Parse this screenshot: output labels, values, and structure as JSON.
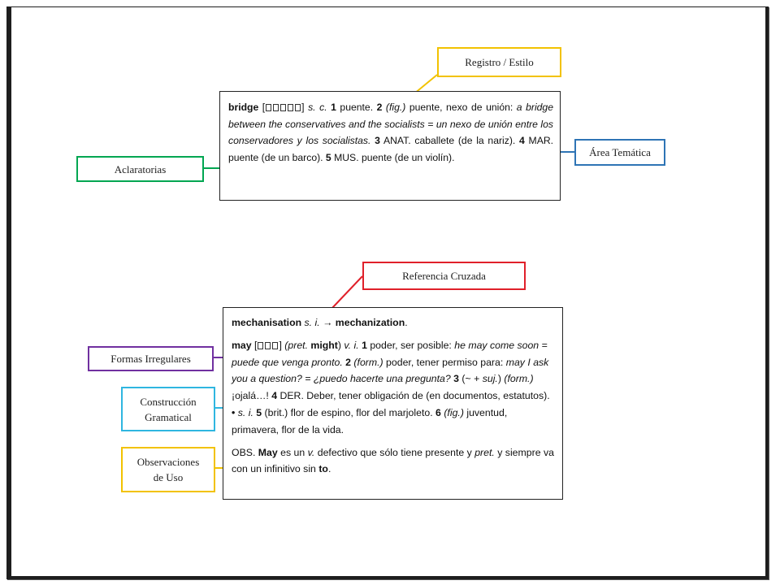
{
  "labels": {
    "registro": "Registro / Estilo",
    "area": "Área Temática",
    "aclaratorias": "Aclaratorias",
    "referencia": "Referencia Cruzada",
    "formas": "Formas Irregulares",
    "construccion_1": "Construcción",
    "construccion_2": "Gramatical",
    "observaciones_1": "Observaciones",
    "observaciones_2": "de Uso"
  },
  "colors": {
    "registro": "#f2c200",
    "area": "#2e74b5",
    "aclaratorias": "#00a651",
    "referencia": "#e0202a",
    "formas": "#7030a0",
    "construccion": "#2fb6e0",
    "observaciones": "#f2c200"
  },
  "entry1": {
    "headword": "bridge",
    "bracket_open": " [",
    "bracket_close": "]",
    "pos": " s. c.",
    "n1": " 1",
    "t1": " puente.",
    "n2": " 2",
    "fig": " (fig.)",
    "t2": " puente, nexo de unión:",
    "example": " a bridge between the conservatives and the socialists = un nexo de unión entre los conservadores y los socialistas.",
    "n3": " 3",
    "anat": " ANAT.",
    "t3": " caballete (de la nariz).",
    "n4": " 4",
    "mar": " MAR.",
    "t4": " puente (de un barco).",
    "n5": " 5",
    "mus": " MUS.",
    "t5": " puente (de un violín)."
  },
  "entry2": {
    "mech_head": "mechanisation",
    "mech_pos": " s. i.",
    "mech_arrow": " → ",
    "mech_ref": "mechanization",
    "mech_dot": ".",
    "may_head": "may",
    "may_bracket_open": " [",
    "may_bracket_close": "]",
    "may_pret_open": " (pret.",
    "may_pret_form": " might",
    "may_pret_close": ")",
    "may_pos": " v. i.",
    "n1": " 1",
    "t1": " poder, ser posible:",
    "ex1": " he may come soon = puede que venga pronto.",
    "n2": " 2",
    "form": " (form.)",
    "t2": " poder, tener permiso para:",
    "ex2": " may I ask you a question? = ¿puedo hacerte una pregunta?",
    "n3": " 3",
    "t3a": " (~ + ",
    "suj": "suj.",
    "t3b": ")",
    "form2": " (form.)",
    "t3c": " ¡ojalá…!",
    "n4": " 4",
    "t4": " DER. Deber, tener obligación de (en documentos, estatutos).",
    "bullet": " •",
    "si": " s. i.",
    "n5": " 5",
    "t5": " (brit.) flor de espino, flor del marjoleto.",
    "n6": " 6",
    "fig6": " (fig.)",
    "t6": " juventud, primavera, flor de la vida.",
    "obs_label": "OBS.",
    "obs_may": " May",
    "obs_t1": " es un",
    "obs_v": " v.",
    "obs_t2": " defectivo que sólo tiene presente y",
    "obs_pret": " pret.",
    "obs_t3": " y siempre va con un infinitivo sin",
    "obs_to": " to",
    "obs_end": "."
  }
}
